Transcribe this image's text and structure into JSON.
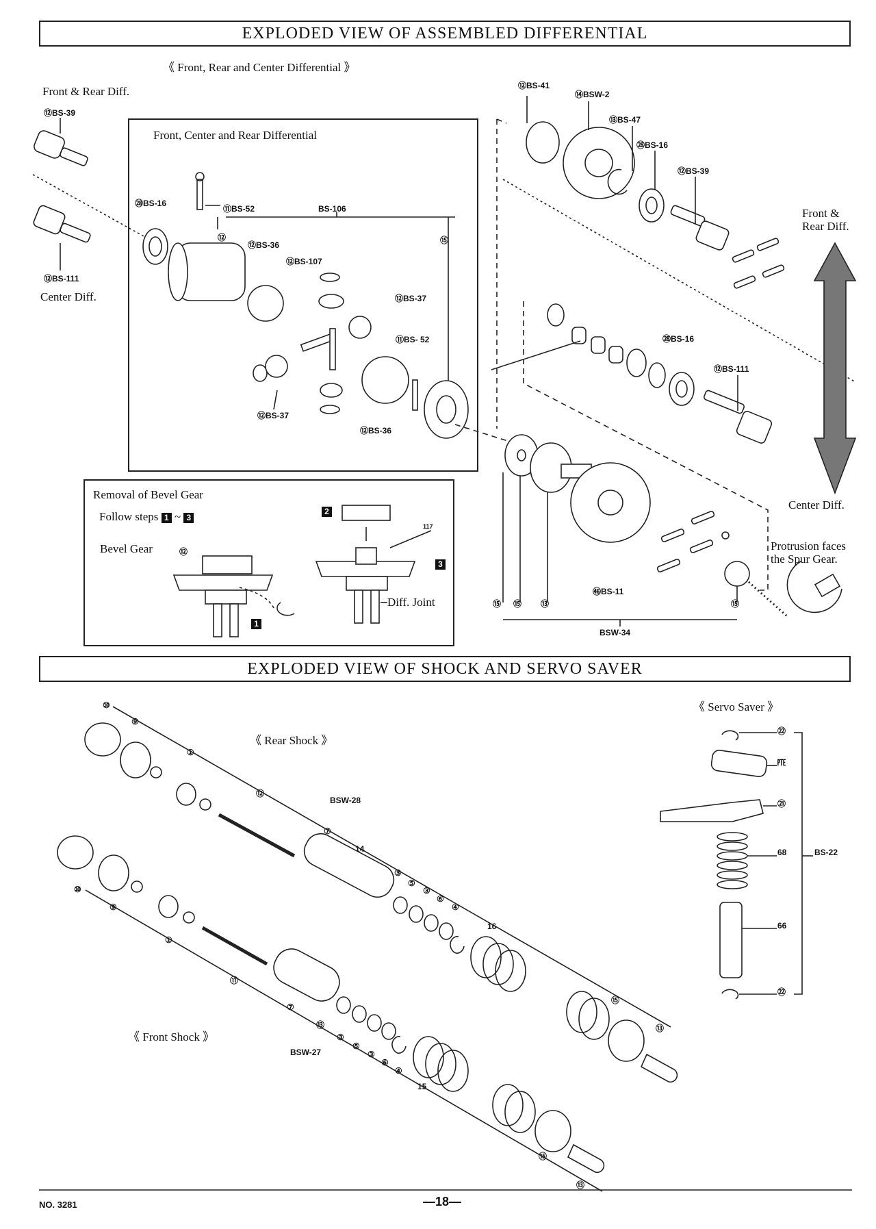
{
  "titles": {
    "diff": "EXPLODED VIEW OF ASSEMBLED DIFFERENTIAL",
    "shock": "EXPLODED VIEW OF SHOCK AND SERVO SAVER"
  },
  "diff": {
    "subtitle": "《 Front, Rear and Center Differential 》",
    "front_rear_diff": "Front & Rear Diff.",
    "center_diff": "Center Diff.",
    "inner_title": "Front, Center and Rear Differential",
    "right_front_rear": [
      "Front &",
      "Rear Diff."
    ],
    "right_center": "Center Diff.",
    "protrusion": [
      "Protrusion faces",
      "the Spur Gear."
    ],
    "labels": {
      "bs39_left": "⑫BS-39",
      "bs111_left": "⑫BS-111",
      "bs16_left": "㉘BS-16",
      "bs52_a": "⑪BS-52",
      "bs106": "BS-106",
      "n123": "⑫",
      "bs36_a": "⑫BS-36",
      "bs107": "⑫BS-107",
      "n154": "⑮",
      "bs37_a": "⑫BS-37",
      "bs52_b": "⑪BS- 52",
      "bs37_b": "⑫BS-37",
      "bs36_b": "⑫BS-36",
      "bs41": "⑫BS-41",
      "bsw2": "⑭BSW-2",
      "bs47": "⑬BS-47",
      "bs16_r1": "㉘BS-16",
      "bs39_r": "⑫BS-39",
      "bs16_r2": "㉘BS-16",
      "bs111_r": "⑫BS-111",
      "bs11": "㊻BS-11",
      "n156": "⑮",
      "n157": "⑮",
      "n130": "⑬",
      "n155": "⑮",
      "bsw34": "BSW-34"
    },
    "removal": {
      "title": "Removal of Bevel Gear",
      "steps_prefix": "Follow steps",
      "steps_tilde": "~",
      "bevel_gear": "Bevel Gear",
      "diff_joint": "Diff. Joint",
      "step1": "1",
      "step2": "2",
      "step3": "3",
      "n124": "⑫",
      "n117": "117"
    }
  },
  "shock": {
    "rear_shock": "《 Rear Shock 》",
    "front_shock": "《 Front Shock 》",
    "servo_saver": "《 Servo Saver 》",
    "labels": {
      "r10": "⑩",
      "r9": "⑨",
      "r1": "①",
      "r12": "⑫",
      "bsw28": "BSW-28",
      "r7": "⑦",
      "r14": "14",
      "r3a": "③",
      "r5": "⑤",
      "r3b": "③",
      "r6": "⑥",
      "r4": "④",
      "r16": "16",
      "r151": "⑮",
      "r131": "⑬",
      "f10": "⑩",
      "f9": "⑨",
      "f1": "①",
      "f11": "⑪",
      "f7": "⑦",
      "f13": "⑬",
      "bsw27": "BSW-27",
      "f3a": "③",
      "f5": "⑤",
      "f3b": "③",
      "f6": "⑥",
      "f4": "④",
      "f15": "15",
      "f151": "⑮",
      "f131": "⑬"
    },
    "servo": {
      "s72a": "㉒",
      "s70": "㉐",
      "s71": "㉑",
      "s68": "68",
      "s66": "66",
      "s72b": "㉒",
      "bs22": "BS-22"
    }
  },
  "footer": {
    "model": "NO. 3281",
    "page": "—18—"
  }
}
